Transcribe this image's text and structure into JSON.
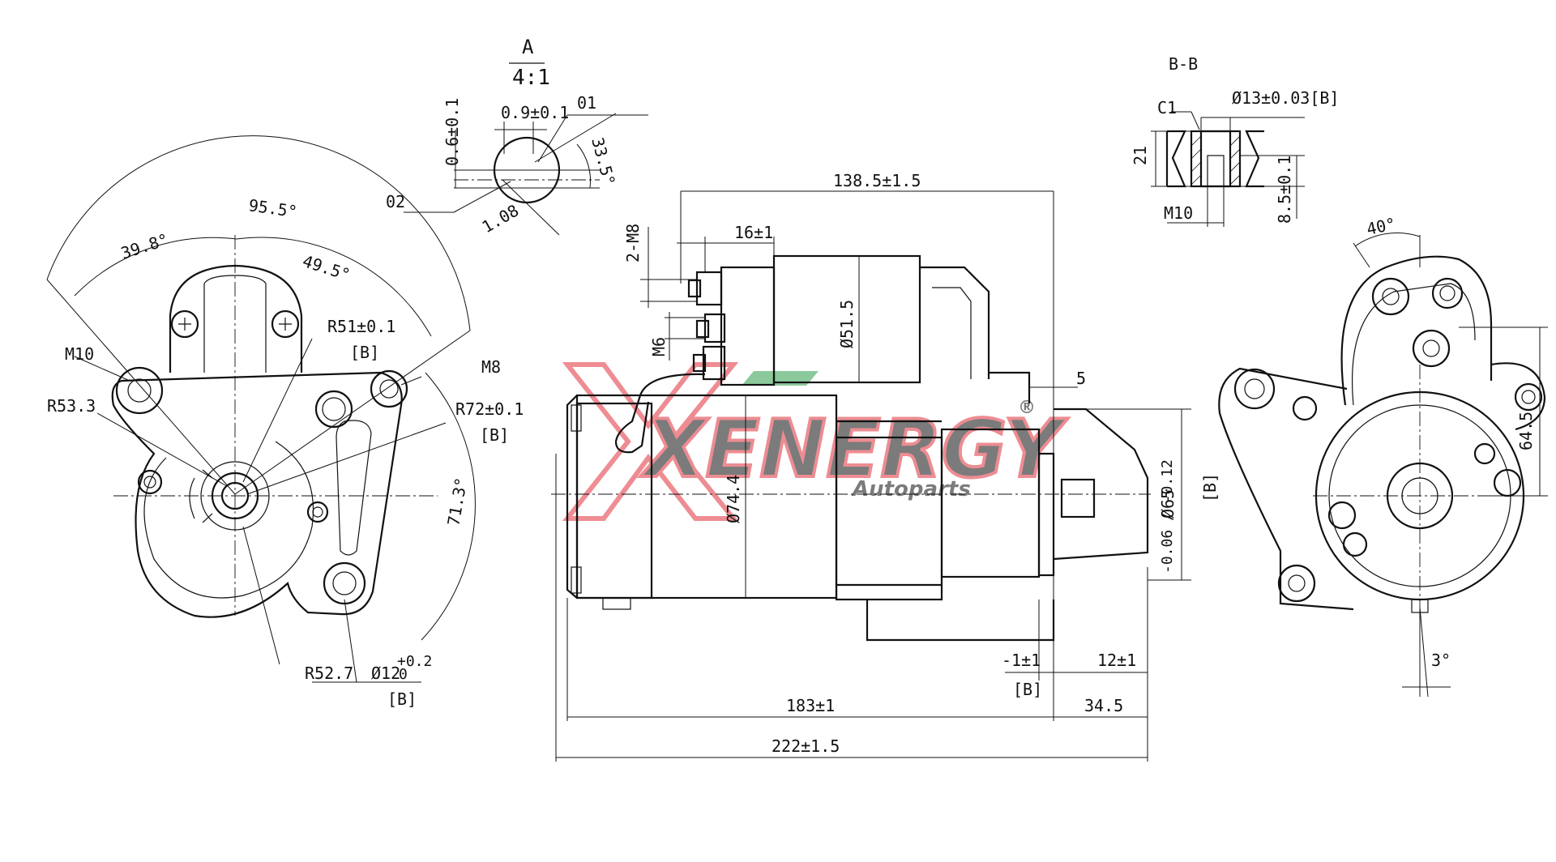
{
  "detail": {
    "label": "A",
    "scale": "4:1",
    "dims": {
      "height": "0.6±0.1",
      "width": "0.9±0.1",
      "o1": "01",
      "o2": "02",
      "angle": "33.5°",
      "len": "1.08"
    }
  },
  "section": {
    "label": "B-B",
    "dims": {
      "chamfer": "C1",
      "bore": "Ø13±0.03[B]",
      "height": "21",
      "depth": "8.5±0.1",
      "thread": "M10"
    }
  },
  "front_view": {
    "angles": {
      "total": "95.5°",
      "left": "39.8°",
      "right": "49.5°",
      "side": "71.3°"
    },
    "labels": {
      "m10": "M10",
      "m8": "M8",
      "r53": "R53.3",
      "r51": "R51±0.1",
      "r51_ref": "[B]",
      "r72": "R72±0.1",
      "r72_ref": "[B]",
      "r527": "R52.7",
      "d12": "Ø12",
      "d12_tol_hi": "+0.2",
      "d12_tol_lo": "0",
      "d12_ref": "[B]"
    }
  },
  "side_view": {
    "labels": {
      "l1385": "138.5±1.5",
      "l16": "16±1",
      "m8": "2-M8",
      "m6": "M6",
      "d515": "Ø51.5",
      "d744": "Ø74.4",
      "l5": "5",
      "d65": "Ø65",
      "d65_tol": "-0.06 / -0.12",
      "d65_ref": "[B]",
      "l1": "-1±1",
      "l1_ref": "[B]",
      "l12": "12±1",
      "l183": "183±1",
      "l345": "34.5",
      "l222": "222±1.5"
    }
  },
  "rear_view": {
    "labels": {
      "a40": "40°",
      "l645": "64.5",
      "a3": "3°"
    }
  },
  "watermark": {
    "brand": "XENERGY",
    "sub": "Autoparts",
    "reg": "®",
    "color_main": "#e0303a",
    "color_accent": "#2e9e4a",
    "color_sub": "#c9c9c9"
  }
}
